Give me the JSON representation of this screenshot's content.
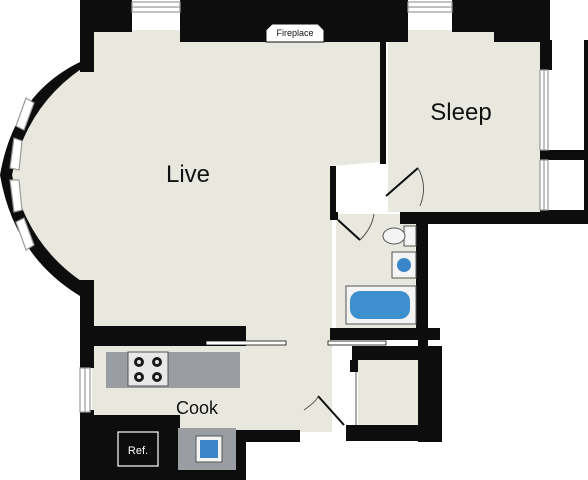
{
  "plan": {
    "rooms": {
      "live": "Live",
      "sleep": "Sleep",
      "cook": "Cook"
    },
    "fixtures": {
      "fireplace": "Fireplace",
      "refrigerator": "Ref."
    },
    "colors": {
      "wall": "#0d0d0d",
      "floor": "#e9e8df",
      "window_glass": "#ffffff",
      "window_frame": "#9a9a9a",
      "fixture_fill": "#f4f4f4",
      "tub_blue": "#3d8fce",
      "sink_blue": "#3a86c8",
      "counter": "#9a9ea3",
      "stove_black": "#1a1a1a",
      "door_line": "#555555"
    }
  }
}
